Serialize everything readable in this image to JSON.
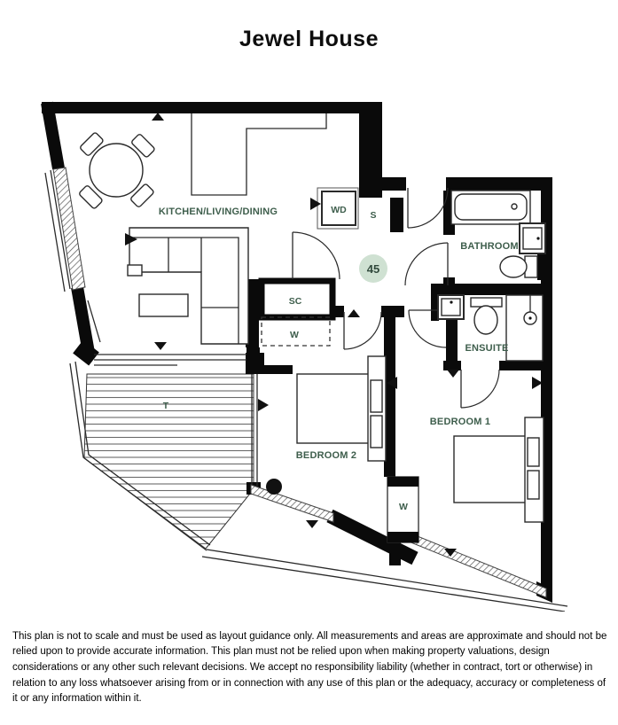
{
  "title": "Jewel House",
  "plan": {
    "unit_badge": "45",
    "rooms": {
      "kitchen_living_dining": "KITCHEN/LIVING/DINING",
      "bathroom": "BATHROOM",
      "ensuite": "ENSUITE",
      "bedroom1": "BEDROOM 1",
      "bedroom2": "BEDROOM 2"
    },
    "annotations": {
      "washer_dryer": "WD",
      "store": "S",
      "store_cupboard": "SC",
      "wardrobe_hall": "W",
      "wardrobe_bedroom1": "W",
      "terrace": "T"
    }
  },
  "colors": {
    "label_green": "#3e5e4c",
    "badge_bg": "#cfe1d2",
    "badge_text": "#31493c",
    "wall": "#0a0a0a"
  },
  "disclaimer": "This plan is not to scale and must be used as layout guidance only. All measurements and areas are approximate and should not be relied upon to provide accurate information. This plan must not be relied upon when making property valuations, design considerations or any other such relevant decisions. We accept no responsibility liability (whether in contract, tort or otherwise) in relation to any loss whatsoever arising from or in connection with any use of this plan or the adequacy, accuracy or completeness of it or any information within it."
}
